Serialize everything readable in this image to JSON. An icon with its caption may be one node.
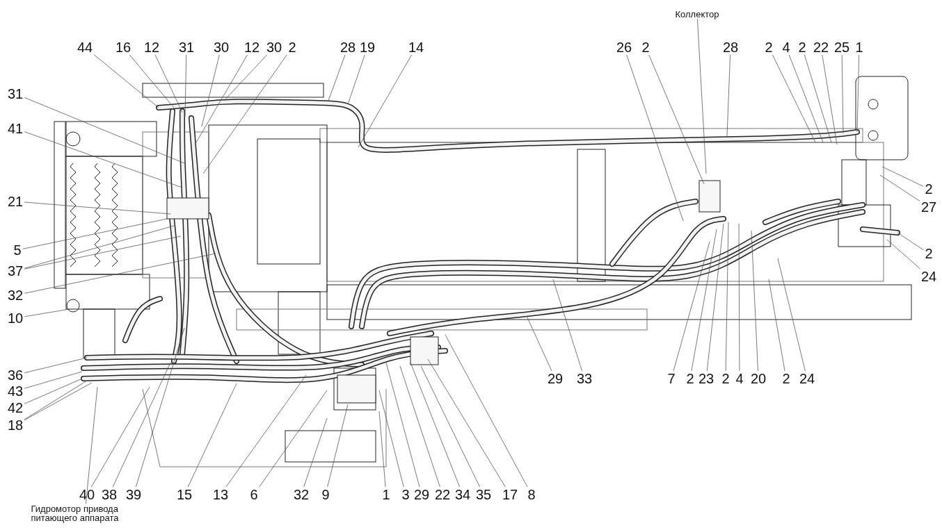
{
  "diagram": {
    "nodes": [
      {
        "text": [
          "Коллектор"
        ]
      },
      {
        "text": [
          "44"
        ]
      },
      {
        "text": [
          "16"
        ]
      },
      {
        "text": [
          "12"
        ]
      },
      {
        "text": [
          "31"
        ]
      },
      {
        "text": [
          "30"
        ]
      },
      {
        "text": [
          "12"
        ]
      },
      {
        "text": [
          "30"
        ]
      },
      {
        "text": [
          "2"
        ]
      },
      {
        "text": [
          "28"
        ]
      },
      {
        "text": [
          "19"
        ]
      },
      {
        "text": [
          "14"
        ]
      },
      {
        "text": [
          "26"
        ]
      },
      {
        "text": [
          "2"
        ]
      },
      {
        "text": [
          "28"
        ]
      },
      {
        "text": [
          "2"
        ]
      },
      {
        "text": [
          "4"
        ]
      },
      {
        "text": [
          "2"
        ]
      },
      {
        "text": [
          "22"
        ]
      },
      {
        "text": [
          "25"
        ]
      },
      {
        "text": [
          "1"
        ]
      },
      {
        "text": [
          "31"
        ]
      },
      {
        "text": [
          "41"
        ]
      },
      {
        "text": [
          "21"
        ]
      },
      {
        "text": [
          "5"
        ]
      },
      {
        "text": [
          "37"
        ]
      },
      {
        "text": [
          "32"
        ]
      },
      {
        "text": [
          "10"
        ]
      },
      {
        "text": [
          "36"
        ]
      },
      {
        "text": [
          "43"
        ]
      },
      {
        "text": [
          "42"
        ]
      },
      {
        "text": [
          "18"
        ]
      },
      {
        "text": [
          "2"
        ]
      },
      {
        "text": [
          "27"
        ]
      },
      {
        "text": [
          "2"
        ]
      },
      {
        "text": [
          "24"
        ]
      },
      {
        "text": [
          "29"
        ]
      },
      {
        "text": [
          "33"
        ]
      },
      {
        "text": [
          "7"
        ]
      },
      {
        "text": [
          "2"
        ]
      },
      {
        "text": [
          "23"
        ]
      },
      {
        "text": [
          "2"
        ]
      },
      {
        "text": [
          "4"
        ]
      },
      {
        "text": [
          "20"
        ]
      },
      {
        "text": [
          "2"
        ]
      },
      {
        "text": [
          "24"
        ]
      },
      {
        "text": [
          "40"
        ]
      },
      {
        "text": [
          "38"
        ]
      },
      {
        "text": [
          "39"
        ]
      },
      {
        "text": [
          "15"
        ]
      },
      {
        "text": [
          "13"
        ]
      },
      {
        "text": [
          "6"
        ]
      },
      {
        "text": [
          "32"
        ]
      },
      {
        "text": [
          "9"
        ]
      },
      {
        "text": [
          "1"
        ]
      },
      {
        "text": [
          "3"
        ]
      },
      {
        "text": [
          "29"
        ]
      },
      {
        "text": [
          "22"
        ]
      },
      {
        "text": [
          "34"
        ]
      },
      {
        "text": [
          "35"
        ]
      },
      {
        "text": [
          "17"
        ]
      },
      {
        "text": [
          "8"
        ]
      },
      {
        "text": [
          "Гидромотор привода питающего аппарата"
        ]
      }
    ],
    "edges": [
      {
        "from": 0,
        "to": null,
        "arrow": "none"
      },
      {
        "from": 1,
        "to": null,
        "arrow": "none"
      },
      {
        "from": 2,
        "to": null,
        "arrow": "none"
      },
      {
        "from": 3,
        "to": null,
        "arrow": "none"
      },
      {
        "from": 4,
        "to": null,
        "arrow": "none"
      },
      {
        "from": 5,
        "to": null,
        "arrow": "none"
      },
      {
        "from": 6,
        "to": null,
        "arrow": "none"
      },
      {
        "from": 7,
        "to": null,
        "arrow": "none"
      },
      {
        "from": 8,
        "to": null,
        "arrow": "none"
      },
      {
        "from": 9,
        "to": null,
        "arrow": "none"
      },
      {
        "from": 10,
        "to": null,
        "arrow": "none"
      },
      {
        "from": 11,
        "to": null,
        "arrow": "none"
      },
      {
        "from": 12,
        "to": null,
        "arrow": "none"
      },
      {
        "from": 13,
        "to": null,
        "arrow": "none"
      },
      {
        "from": 14,
        "to": null,
        "arrow": "none"
      },
      {
        "from": 15,
        "to": null,
        "arrow": "none"
      },
      {
        "from": 16,
        "to": null,
        "arrow": "none"
      },
      {
        "from": 17,
        "to": null,
        "arrow": "none"
      },
      {
        "from": 18,
        "to": null,
        "arrow": "none"
      },
      {
        "from": 19,
        "to": null,
        "arrow": "none"
      },
      {
        "from": 20,
        "to": null,
        "arrow": "none"
      },
      {
        "from": 21,
        "to": null,
        "arrow": "none"
      },
      {
        "from": 22,
        "to": null,
        "arrow": "none"
      },
      {
        "from": 23,
        "to": null,
        "arrow": "none"
      },
      {
        "from": 24,
        "to": null,
        "arrow": "none"
      },
      {
        "from": 25,
        "to": null,
        "arrow": "none"
      },
      {
        "from": 25,
        "to": null,
        "arrow": "none"
      },
      {
        "from": 26,
        "to": null,
        "arrow": "none"
      },
      {
        "from": 27,
        "to": null,
        "arrow": "none"
      },
      {
        "from": 28,
        "to": null,
        "arrow": "none"
      },
      {
        "from": 29,
        "to": null,
        "arrow": "none"
      },
      {
        "from": 30,
        "to": null,
        "arrow": "none"
      },
      {
        "from": 31,
        "to": null,
        "arrow": "none"
      },
      {
        "from": 31,
        "to": null,
        "arrow": "none"
      },
      {
        "from": 32,
        "to": null,
        "arrow": "none"
      },
      {
        "from": 33,
        "to": null,
        "arrow": "none"
      },
      {
        "from": 34,
        "to": null,
        "arrow": "none"
      },
      {
        "from": 35,
        "to": null,
        "arrow": "none"
      },
      {
        "from": 36,
        "to": null,
        "arrow": "none"
      },
      {
        "from": 37,
        "to": null,
        "arrow": "none"
      },
      {
        "from": 38,
        "to": null,
        "arrow": "none"
      },
      {
        "from": 39,
        "to": null,
        "arrow": "none"
      },
      {
        "from": 40,
        "to": null,
        "arrow": "none"
      },
      {
        "from": 41,
        "to": null,
        "arrow": "none"
      },
      {
        "from": 42,
        "to": null,
        "arrow": "none"
      },
      {
        "from": 43,
        "to": null,
        "arrow": "none"
      },
      {
        "from": 44,
        "to": null,
        "arrow": "none"
      },
      {
        "from": 45,
        "to": null,
        "arrow": "none"
      },
      {
        "from": 46,
        "to": null,
        "arrow": "none"
      },
      {
        "from": 47,
        "to": null,
        "arrow": "none"
      },
      {
        "from": 48,
        "to": null,
        "arrow": "none"
      },
      {
        "from": 49,
        "to": null,
        "arrow": "none"
      },
      {
        "from": 50,
        "to": null,
        "arrow": "none"
      },
      {
        "from": 51,
        "to": null,
        "arrow": "none"
      },
      {
        "from": 52,
        "to": null,
        "arrow": "none"
      },
      {
        "from": 53,
        "to": null,
        "arrow": "none"
      },
      {
        "from": 54,
        "to": null,
        "arrow": "none"
      },
      {
        "from": 55,
        "to": null,
        "arrow": "none"
      },
      {
        "from": 56,
        "to": null,
        "arrow": "none"
      },
      {
        "from": 57,
        "to": null,
        "arrow": "none"
      },
      {
        "from": 58,
        "to": null,
        "arrow": "none"
      },
      {
        "from": 59,
        "to": null,
        "arrow": "none"
      },
      {
        "from": 60,
        "to": null,
        "arrow": "none"
      },
      {
        "from": 61,
        "to": null,
        "arrow": "none"
      },
      {
        "from": 62,
        "to": null,
        "arrow": "none"
      }
    ]
  }
}
